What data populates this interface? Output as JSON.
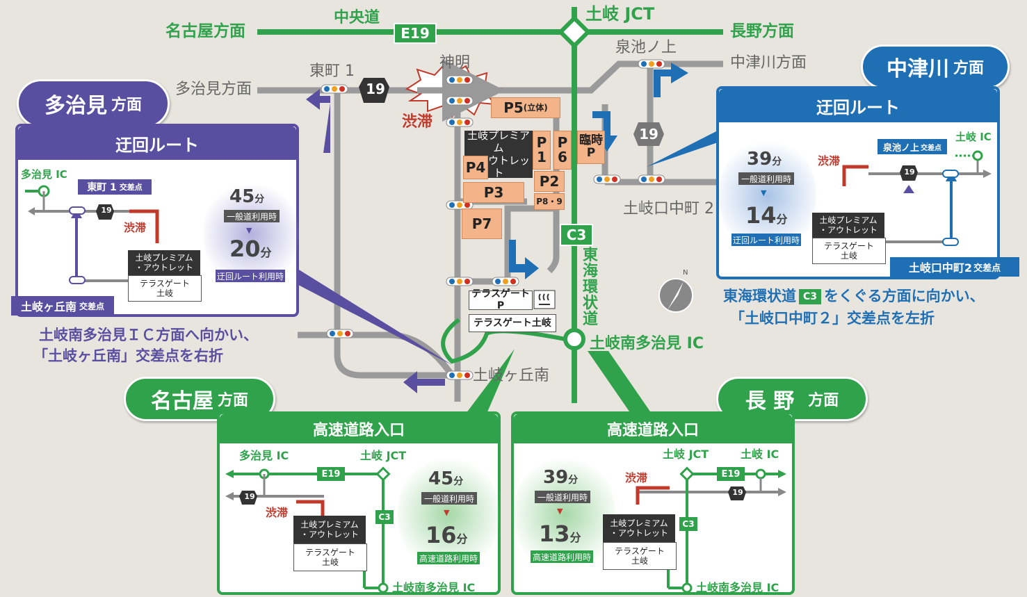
{
  "highway": {
    "name": "中央道",
    "code": "E19",
    "left_dir": "名古屋方面",
    "right_dir": "長野方面",
    "jct": "土岐 JCT"
  },
  "roads": {
    "tajimi_dir": "多治見方面",
    "nakatsugawa_dir": "中津川方面",
    "route19": "19",
    "c3": "C3",
    "tokai_kanjo": "東海環状道"
  },
  "places": {
    "higashimachi": "東町 1",
    "shinmei": "神明",
    "izuminokami": "泉池ノ上",
    "tokiguchi": "土岐口中町 2",
    "tokigaoka": "土岐ヶ丘南",
    "ic": "土岐南多治見 IC",
    "jam": "渋滞"
  },
  "parking": {
    "p5": "P5",
    "p5_sub": "(立体)",
    "p1": "P\n1",
    "p6": "P\n6",
    "rinji": "臨時\nP",
    "p4": "P4",
    "p3": "P3",
    "p2": "P2",
    "p89": "P8・9",
    "p7": "P7",
    "outlet": "土岐プレミアム\n・アウトレット",
    "terrace_p": "テラスゲートP",
    "terrace": "テラスゲート土岐"
  },
  "ovals": {
    "tajimi_big": "多治見",
    "nakatsugawa_big": "中津川",
    "nagoya_big": "名古屋",
    "nagano_big": "長 野",
    "suffix": "方面"
  },
  "panel_tajimi": {
    "title": "迂回ルート",
    "ic": "多治見 IC",
    "intersection1": "東町 1",
    "intersection1_suffix": "交差点",
    "jam": "渋滞",
    "outlet": "土岐プレミアム\n・アウトレット",
    "terrace": "テラスゲート\n土岐",
    "intersection2": "土岐ヶ丘南",
    "intersection2_suffix": "交差点",
    "time_normal": "45",
    "time_unit": "分",
    "label_normal": "一般道利用時",
    "time_detour": "20",
    "label_detour": "迂回ルート利用時",
    "route": "19"
  },
  "caption_tajimi": {
    "line1": "土岐南多治見ＩＣ方面へ向かい、",
    "line2": "「土岐ヶ丘南」交差点を右折"
  },
  "panel_nakatsugawa": {
    "title": "迂回ルート",
    "ic": "土岐 IC",
    "intersection1": "泉池ノ上",
    "intersection1_suffix": "交差点",
    "jam": "渋滞",
    "outlet": "土岐プレミアム\n・アウトレット",
    "terrace": "テラスゲート\n土岐",
    "intersection2": "土岐口中町2",
    "intersection2_suffix": "交差点",
    "time_normal": "39",
    "time_unit": "分",
    "label_normal": "一般道利用時",
    "time_detour": "14",
    "label_detour": "迂回ルート利用時",
    "route": "19"
  },
  "caption_nakatsugawa": {
    "line1a": "東海環状道",
    "line1b": "をくぐる方面に向かい、",
    "line2": "「土岐口中町２」交差点を左折",
    "badge": "C3"
  },
  "panel_nagoya": {
    "title": "高速道路入口",
    "ic_left": "多治見 IC",
    "jct": "土岐 JCT",
    "code": "E19",
    "route": "19",
    "jam": "渋滞",
    "outlet": "土岐プレミアム\n・アウトレット",
    "terrace": "テラスゲート\n土岐",
    "c3": "C3",
    "ic_bottom": "土岐南多治見 IC",
    "time_normal": "45",
    "time_unit": "分",
    "label_normal": "一般道利用時",
    "time_hw": "16",
    "label_hw": "高速道路利用時"
  },
  "panel_nagano": {
    "title": "高速道路入口",
    "jct": "土岐 JCT",
    "ic_right": "土岐 IC",
    "code": "E19",
    "route": "19",
    "jam": "渋滞",
    "outlet": "土岐プレミアム\n・アウトレット",
    "terrace": "テラスゲート\n土岐",
    "c3": "C3",
    "ic_bottom": "土岐南多治見 IC",
    "time_normal": "39",
    "time_unit": "分",
    "label_normal": "一般道利用時",
    "time_hw": "13",
    "label_hw": "高速道路利用時"
  },
  "compass": {
    "n": "N"
  },
  "colors": {
    "green": "#31a24c",
    "purple": "#5a4ea1",
    "blue": "#1f6fb5",
    "gray_road": "#9a9a9a",
    "parking": "#f4b48a",
    "jam_red": "#c0392b"
  }
}
